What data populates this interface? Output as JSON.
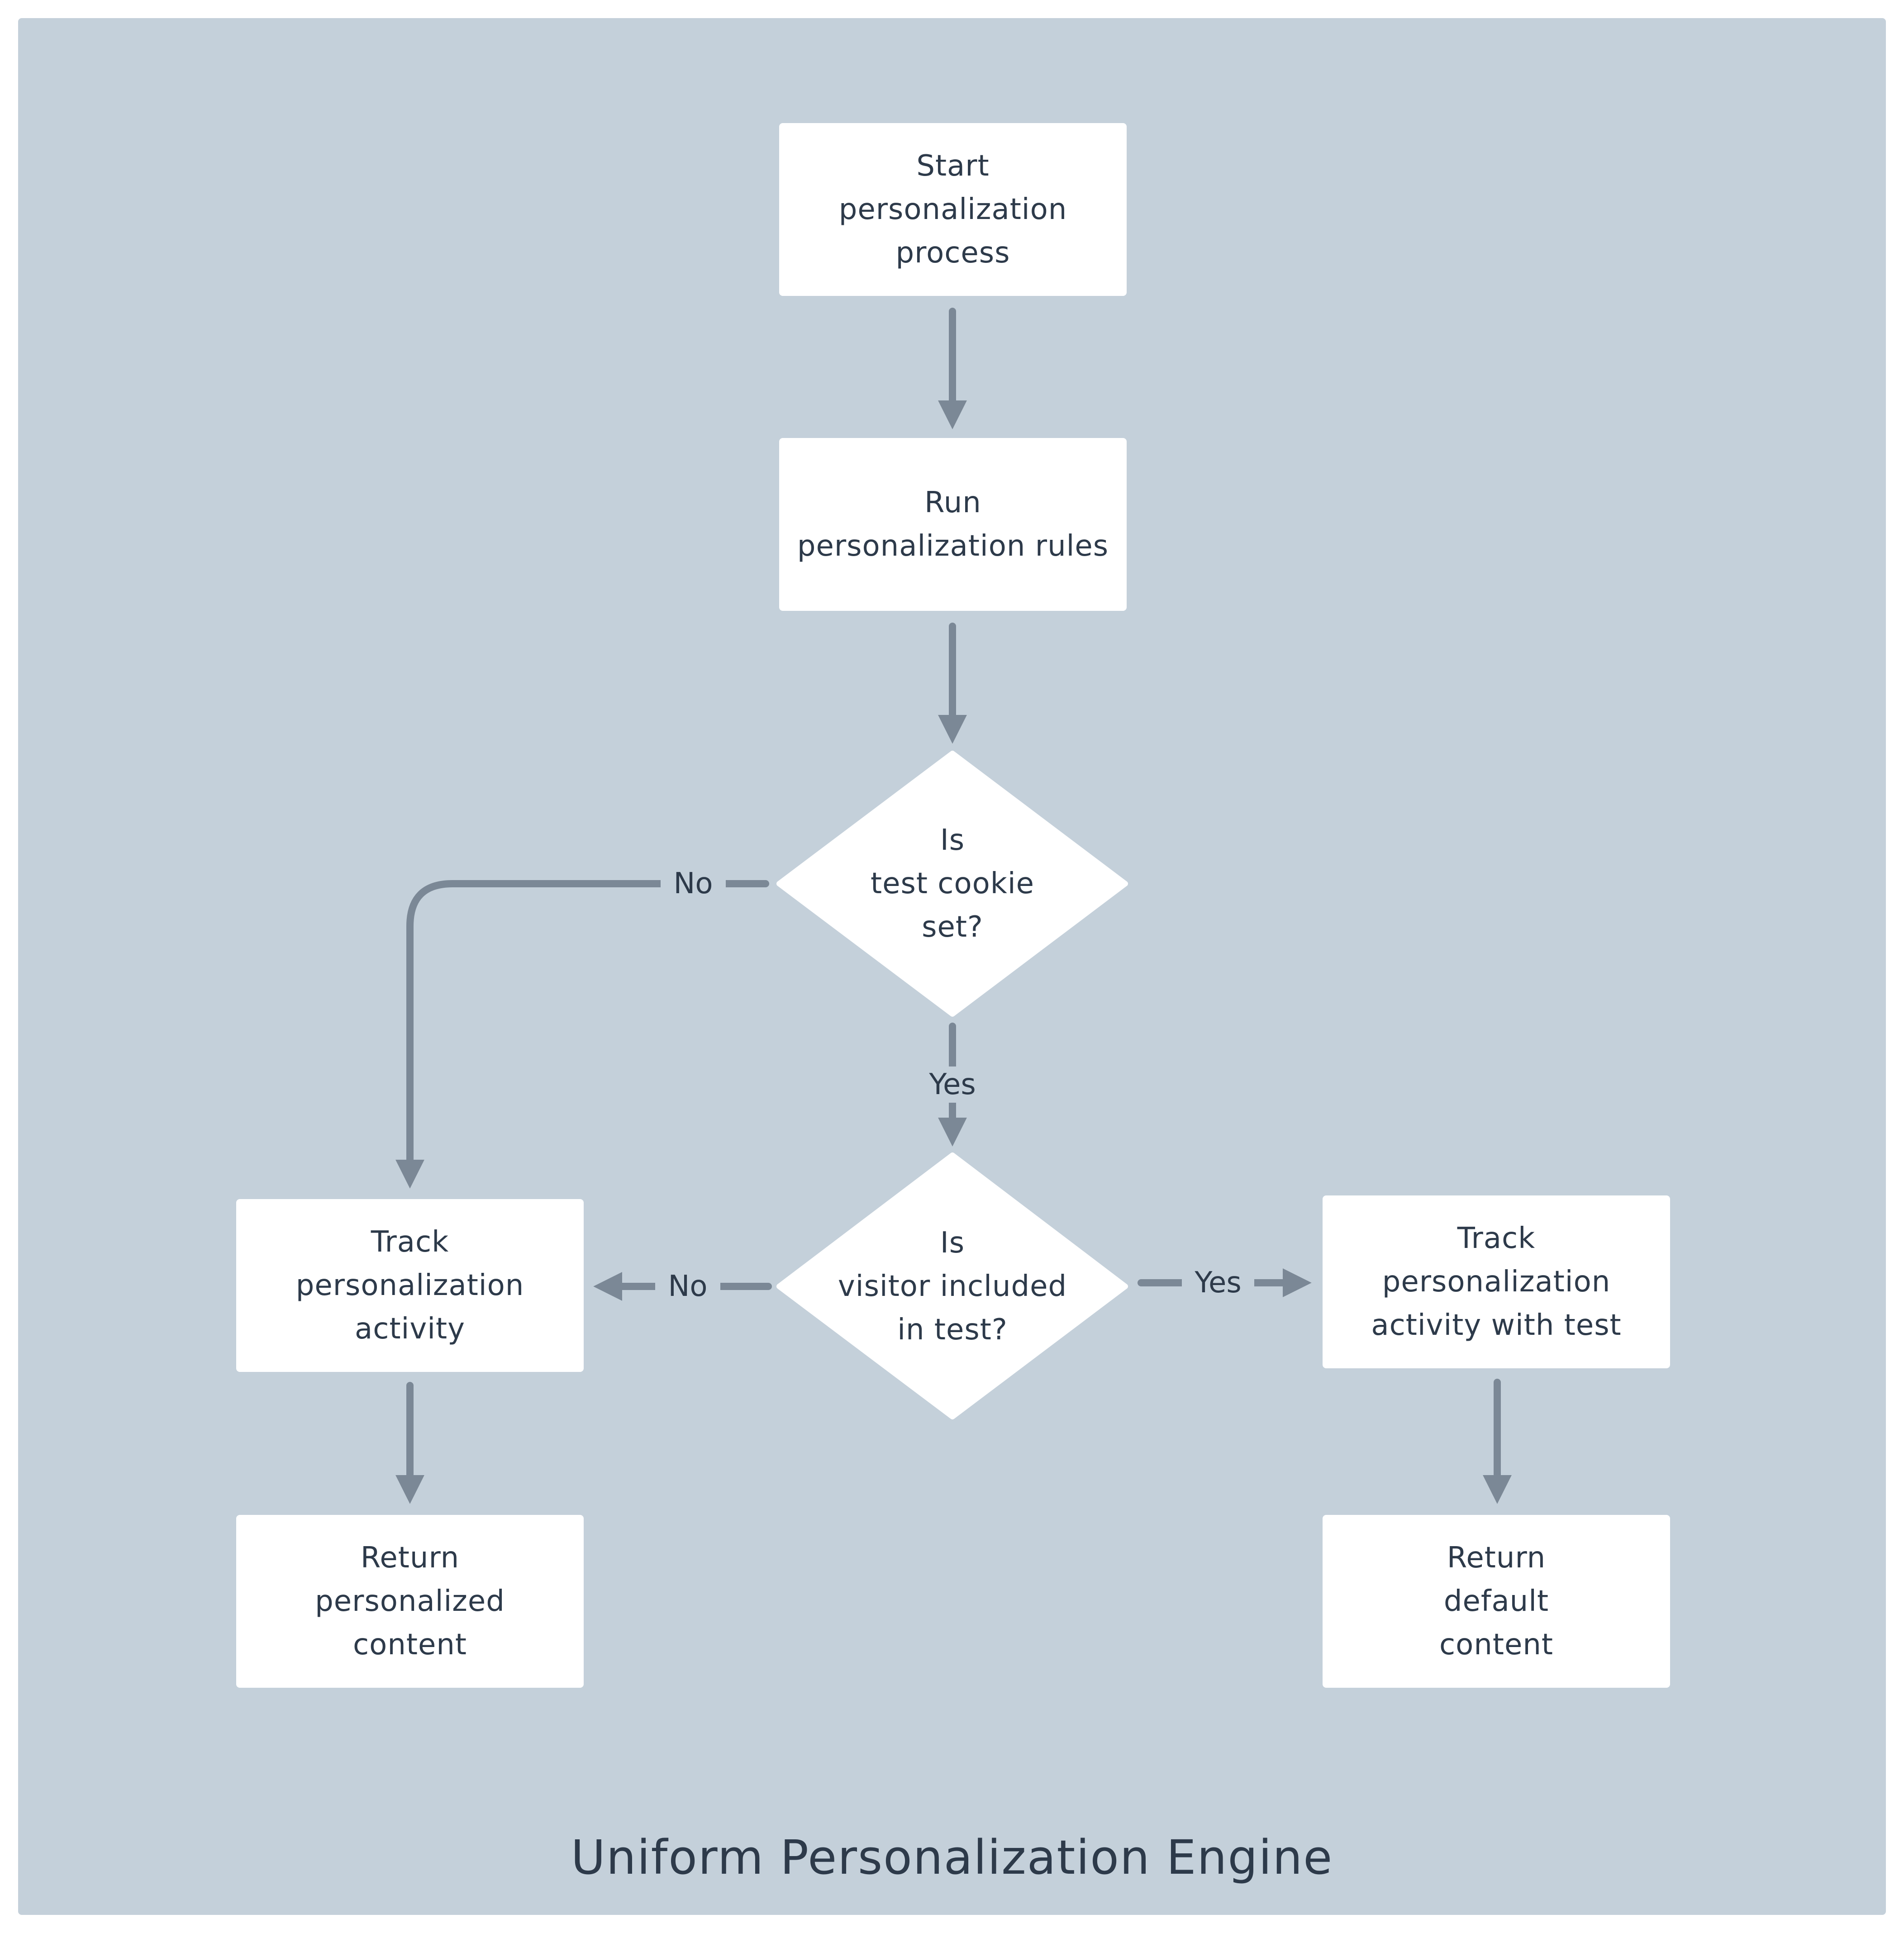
{
  "diagram": {
    "title": "Uniform Personalization Engine",
    "colors": {
      "background": "#c4d0da",
      "node_fill": "#ffffff",
      "connector": "#7b8896",
      "text": "#2d3a4a"
    },
    "nodes": {
      "start": {
        "text": "Start\npersonalization\nprocess"
      },
      "run_rules": {
        "text": "Run\npersonalization rules"
      },
      "cookie_decision": {
        "text": "Is\ntest cookie\nset?"
      },
      "visitor_decision": {
        "text": "Is\nvisitor included\nin test?"
      },
      "track_activity": {
        "text": "Track\npersonalization\nactivity"
      },
      "track_activity_test": {
        "text": "Track\npersonalization\nactivity with test"
      },
      "return_personalized": {
        "text": "Return\npersonalized\ncontent"
      },
      "return_default": {
        "text": "Return\ndefault\ncontent"
      }
    },
    "edge_labels": {
      "cookie_no": "No",
      "cookie_yes": "Yes",
      "visitor_no": "No",
      "visitor_yes": "Yes"
    }
  }
}
